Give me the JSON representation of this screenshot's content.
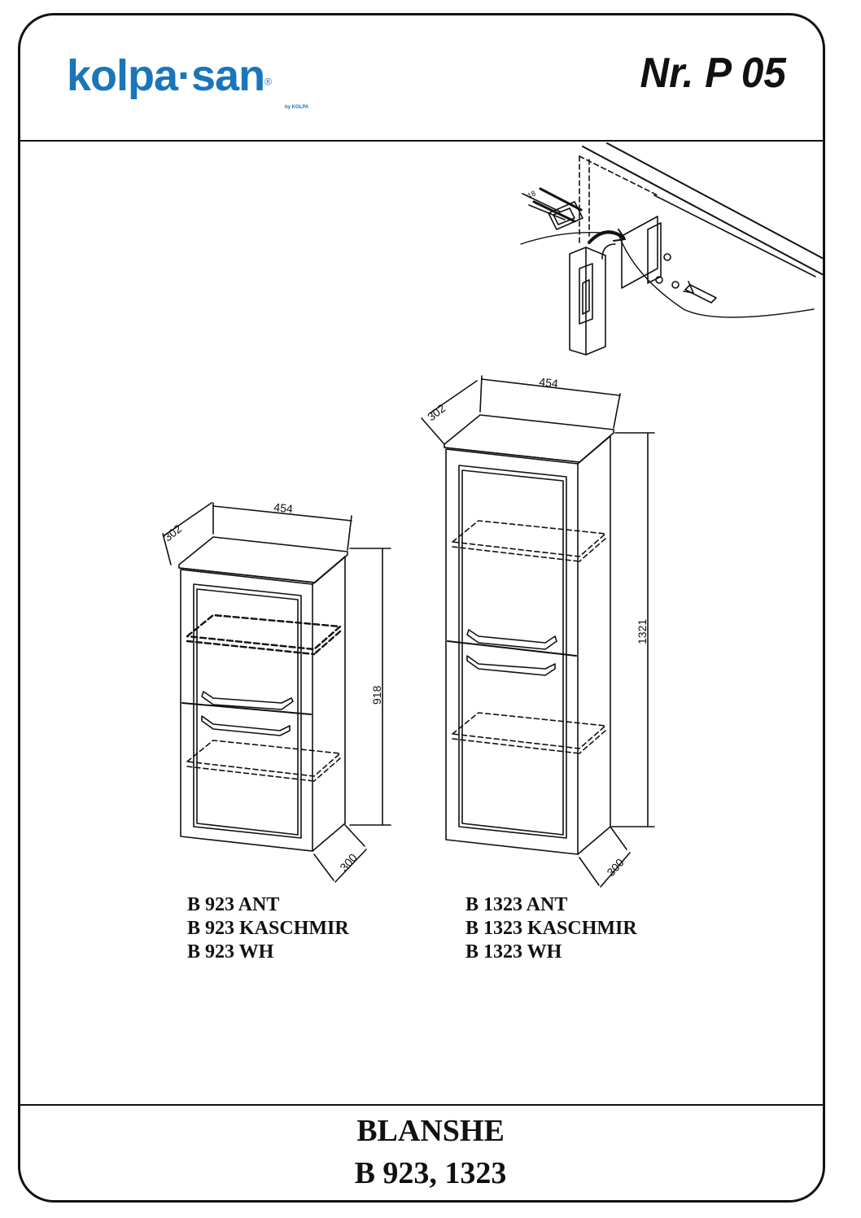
{
  "brand": {
    "logo_text": "kolpa·san",
    "logo_sub": "by KOLPA",
    "brand_color": "#1a76b8"
  },
  "doc_number": "Nr. P 05",
  "cabinet_small": {
    "width": "454",
    "depth_top": "302",
    "height": "918",
    "depth_bottom": "300",
    "codes": [
      "B 923 ANT",
      "B 923 KASCHMIR",
      "B 923 WH"
    ]
  },
  "cabinet_tall": {
    "width": "454",
    "depth_top": "302",
    "height": "1321",
    "depth_bottom": "300",
    "codes": [
      "B 1323 ANT",
      "B 1323 KASCHMIR",
      "B 1323 WH"
    ]
  },
  "mount_detail": {
    "dimension": "18"
  },
  "footer": {
    "product_name": "BLANSHE",
    "model_numbers": "B 923, 1323"
  }
}
